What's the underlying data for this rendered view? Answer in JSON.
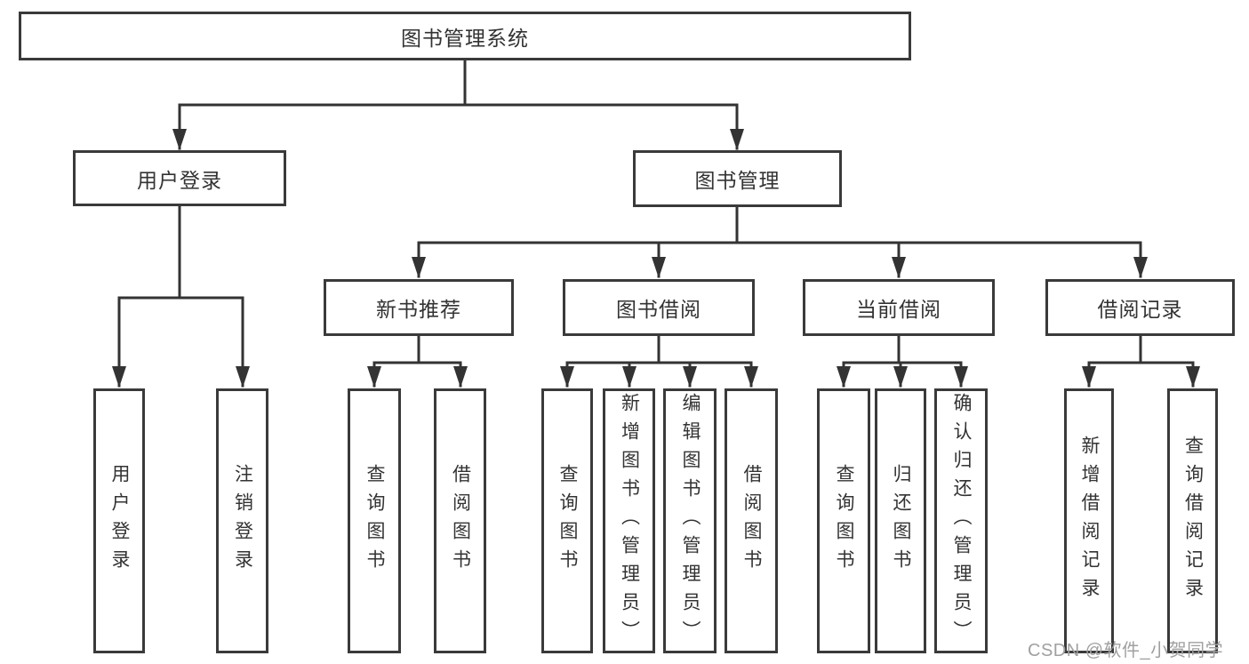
{
  "diagram": {
    "title": "图书管理系统",
    "watermark": "CSDN @软件_小贺同学",
    "colors": {
      "line": "#333333",
      "box_border": "#3a3a3a",
      "box_fill": "#ffffff",
      "text": "#333333",
      "watermark": "#a0a0a0"
    }
  },
  "level2": {
    "user_login": "用户登录",
    "book_mgmt": "图书管理"
  },
  "level3": {
    "new_books": "新书推荐",
    "borrowing": "图书借阅",
    "current": "当前借阅",
    "records": "借阅记录"
  },
  "leaves": {
    "user_login": "用户登录",
    "logout": "注销登录",
    "nb_query": "查询图书",
    "nb_borrow": "借阅图书",
    "bw_query": "查询图书",
    "bw_add": "新增图书（管理员）",
    "bw_edit": "编辑图书（管理员）",
    "bw_borrow": "借阅图书",
    "cur_query": "查询图书",
    "cur_return": "归还图书",
    "cur_confirm": "确认归还（管理员）",
    "rec_add": "新增借阅记录",
    "rec_query": "查询借阅记录"
  }
}
